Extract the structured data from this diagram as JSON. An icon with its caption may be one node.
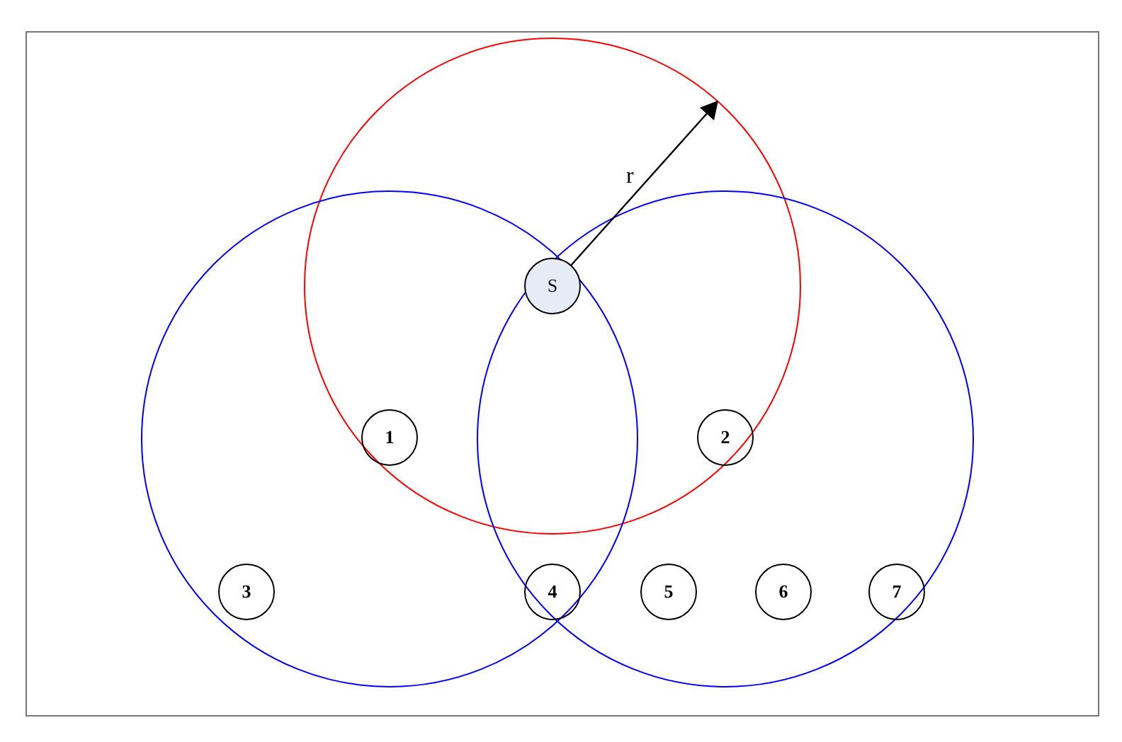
{
  "diagram": {
    "nodes": [
      {
        "text": [
          "S"
        ]
      },
      {
        "text": [
          "1"
        ]
      },
      {
        "text": [
          "2"
        ]
      },
      {
        "text": [
          "3"
        ]
      },
      {
        "text": [
          "4"
        ]
      },
      {
        "text": [
          "5"
        ]
      },
      {
        "text": [
          "6"
        ]
      },
      {
        "text": [
          "7"
        ]
      }
    ],
    "labels": [
      "r"
    ]
  }
}
